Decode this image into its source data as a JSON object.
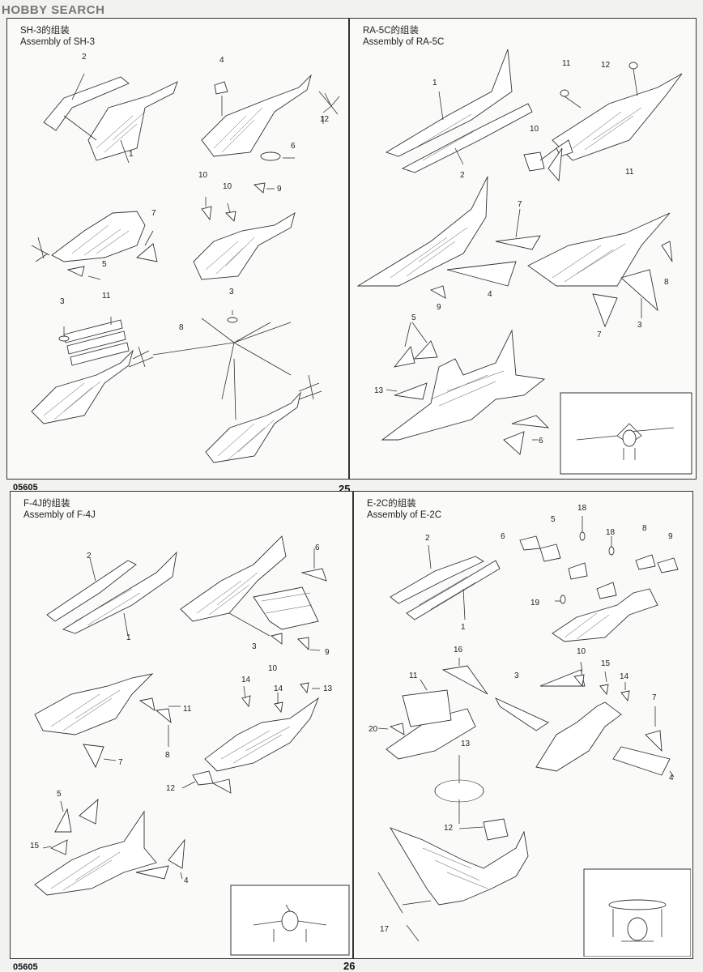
{
  "watermark": "HOBBY SEARCH",
  "code": "05605",
  "pages": {
    "top": "25",
    "bottom": "26"
  },
  "panels": {
    "sh3": {
      "title_cn": "SH-3的组装",
      "title_en": "Assembly of SH-3"
    },
    "ra5c": {
      "title_cn": "RA-5C的组装",
      "title_en": "Assembly of RA-5C"
    },
    "f4j": {
      "title_cn": "F-4J的组装",
      "title_en": "Assembly of F-4J"
    },
    "e2c": {
      "title_cn": "E-2C的组装",
      "title_en": "Assembly of E-2C"
    }
  },
  "part_numbers": {
    "sh3": [
      "2",
      "1",
      "4",
      "12",
      "6",
      "7",
      "5",
      "10",
      "10",
      "9",
      "3",
      "11",
      "8",
      "3"
    ],
    "ra5c": [
      "1",
      "2",
      "10",
      "11",
      "12",
      "11",
      "7",
      "4",
      "9",
      "8",
      "3",
      "7",
      "5",
      "13",
      "6"
    ],
    "f4j": [
      "2",
      "1",
      "6",
      "3",
      "10",
      "9",
      "11",
      "8",
      "7",
      "14",
      "14",
      "13",
      "12",
      "5",
      "15",
      "4"
    ],
    "e2c": [
      "2",
      "1",
      "6",
      "5",
      "18",
      "18",
      "8",
      "9",
      "19",
      "16",
      "11",
      "3",
      "10",
      "15",
      "14",
      "7",
      "20",
      "13",
      "4",
      "12",
      "17"
    ]
  }
}
